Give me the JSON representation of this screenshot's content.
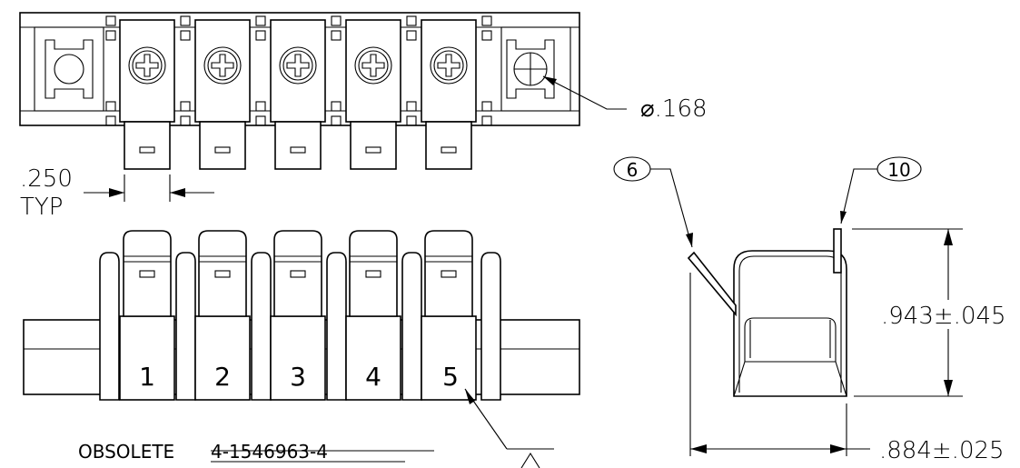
{
  "drawing": {
    "hole_diameter": "⌀.168",
    "pitch_value": ".250",
    "pitch_note": "TYP",
    "height_dim": ".943±.045",
    "width_dim": ".884±.025",
    "terminal_numbers": [
      "1",
      "2",
      "3",
      "4",
      "5"
    ],
    "balloon_left": "6",
    "balloon_right": "10",
    "obsolete_label": "OBSOLETE",
    "obsolete_part": "4-1546963-4"
  }
}
